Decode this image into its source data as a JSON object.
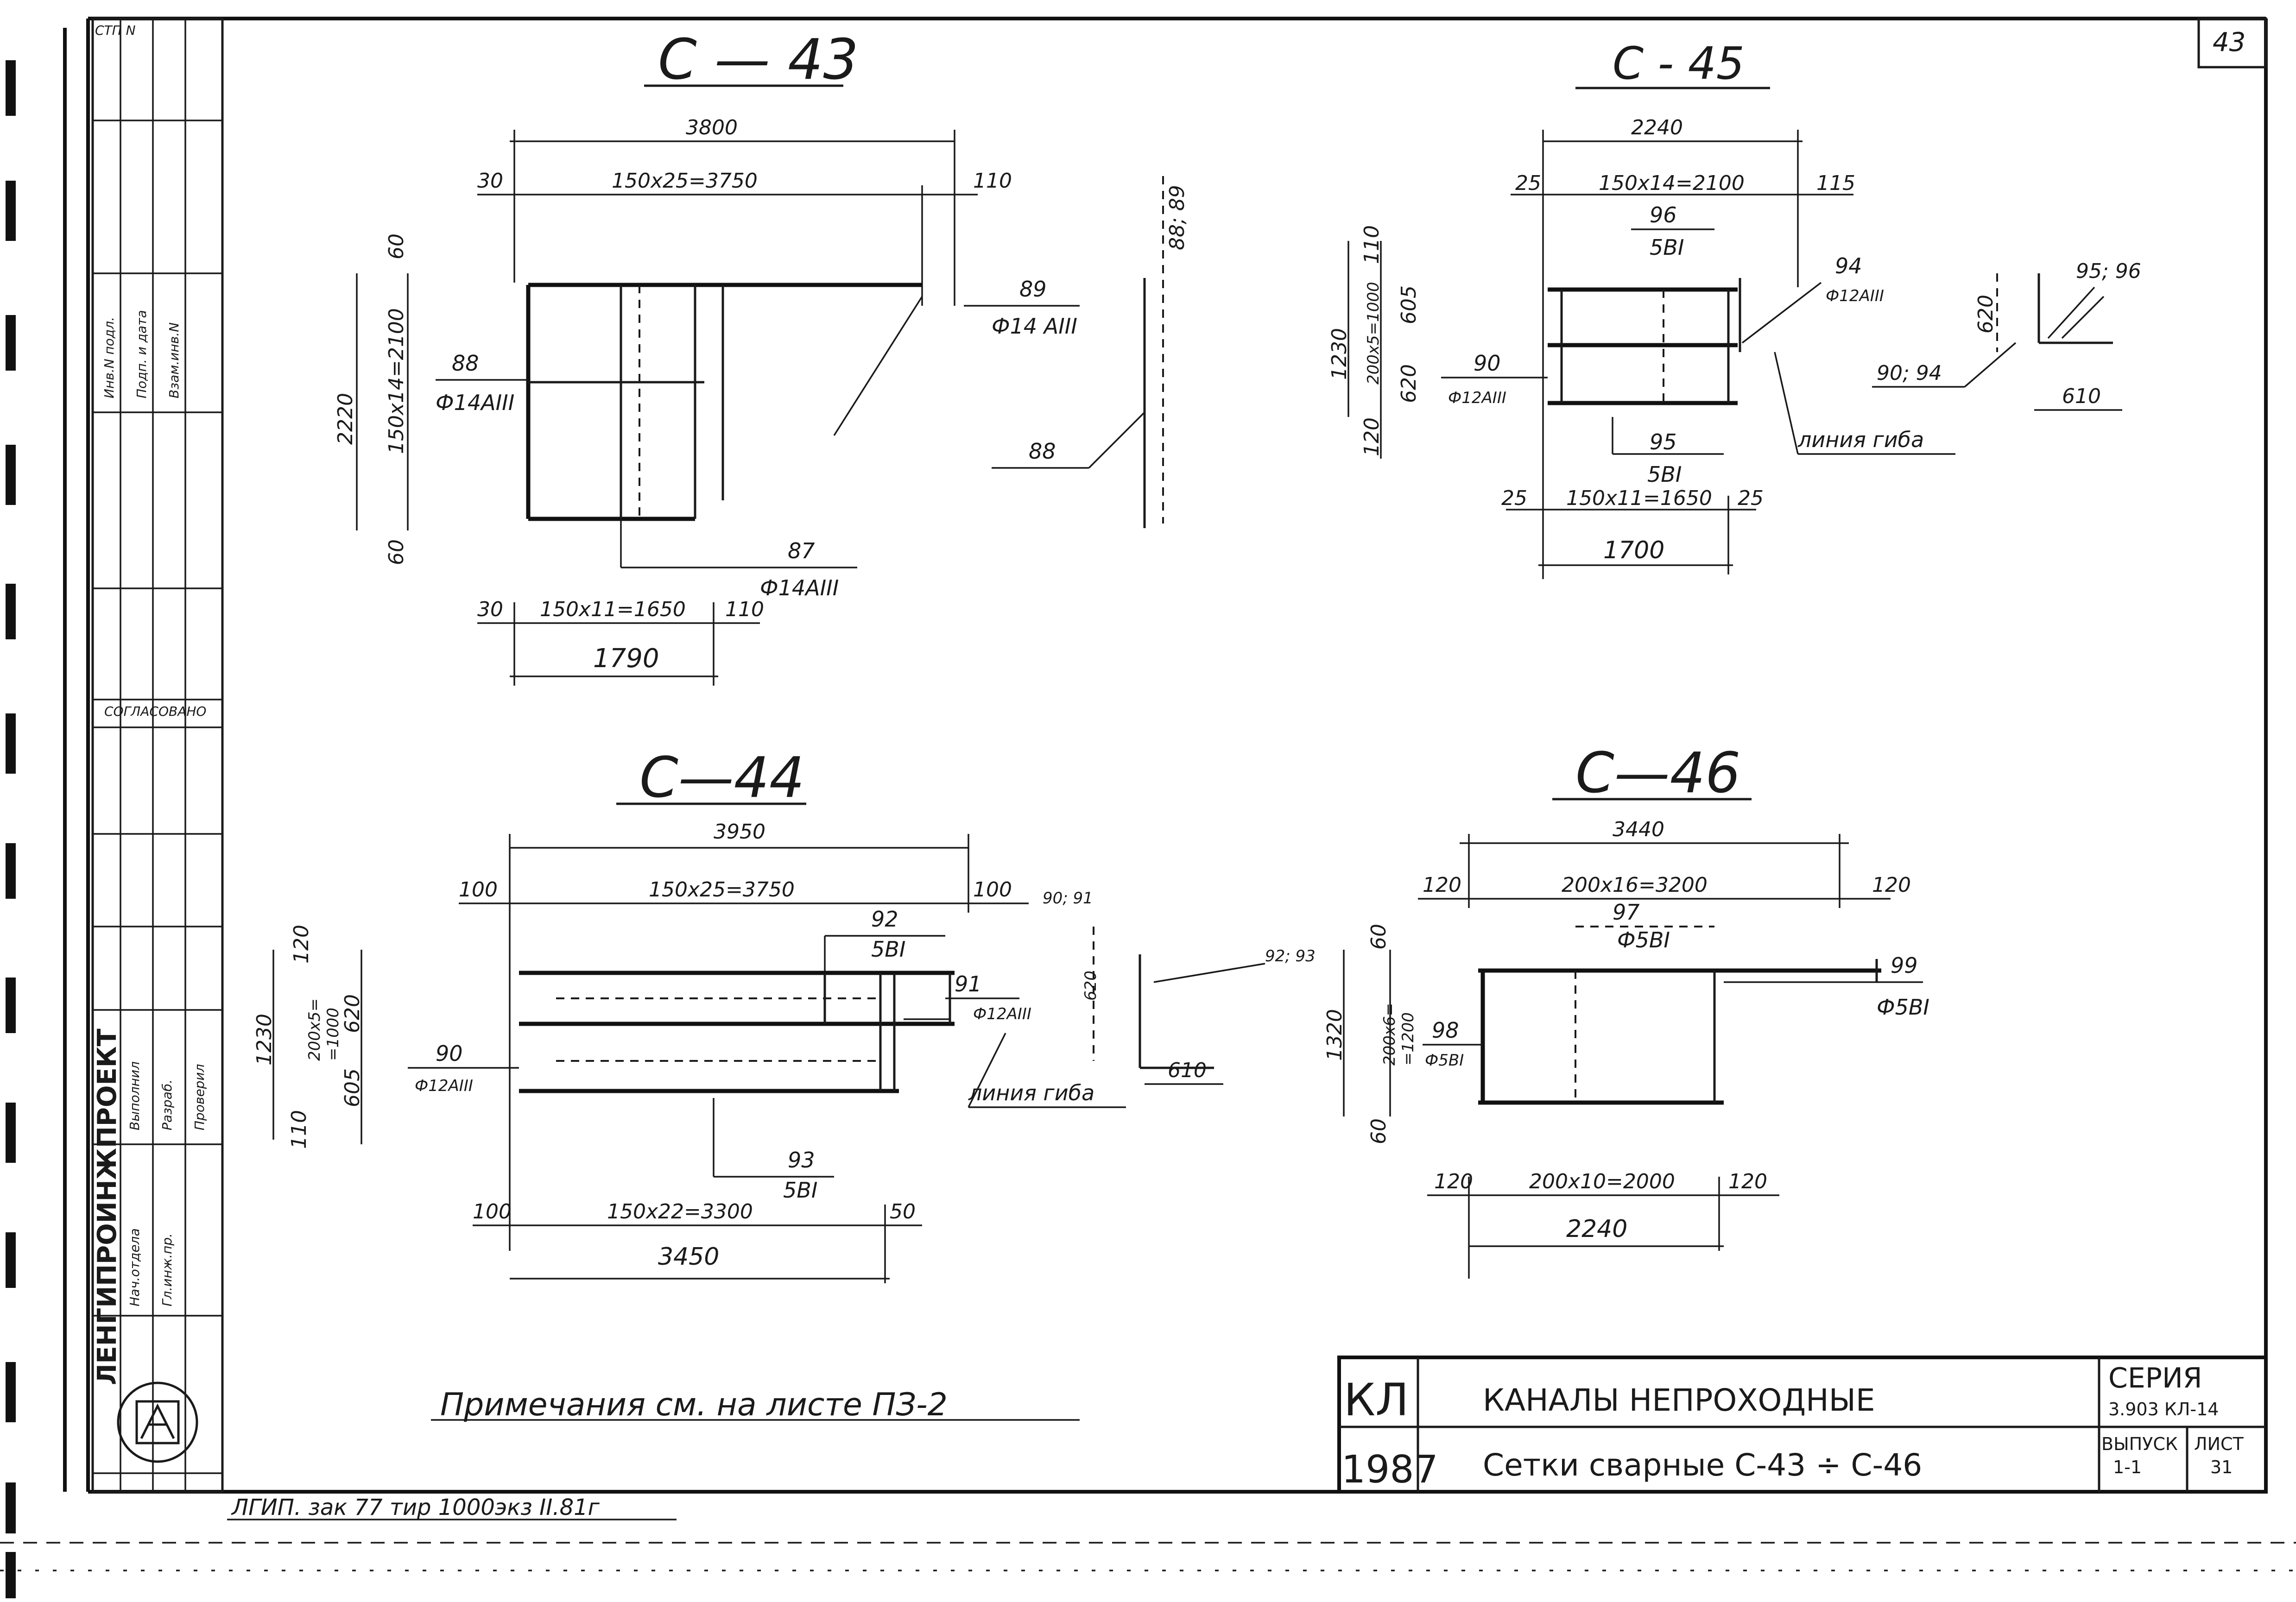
{
  "sheet_number": "43",
  "top_stamp": "СТП N",
  "meshes": {
    "c43": {
      "title": "С — 43",
      "overall": "3800",
      "row": [
        "30",
        "150x25=3750",
        "110"
      ],
      "left_total": "2220",
      "left_inner": "150x14=2100",
      "left_top": "60",
      "left_bottom": "60",
      "mark_89": "89",
      "rebar_89": "Ф14 АIII",
      "mark_88a": "88",
      "rebar_88": "Ф14АIII",
      "mark_88b": "88",
      "side_label": "88; 89",
      "mark_87": "87",
      "rebar_87": "Ф14АIII",
      "bottom_row": [
        "30",
        "150x11=1650",
        "110"
      ],
      "bottom_total": "1790"
    },
    "c45": {
      "title": "С - 45",
      "overall": "2240",
      "row": [
        "25",
        "150x14=2100",
        "115"
      ],
      "mark_96": "96",
      "rebar_96": "5ВI",
      "mark_94": "94",
      "rebar_94": "Ф12АIII",
      "left_total": "1230",
      "left_inner": "200x5=1000",
      "left_top": "110",
      "left_605": "605",
      "left_620": "620",
      "left_bottom": "120",
      "mark_90": "90",
      "rebar_90": "Ф12АIII",
      "mark_95": "95",
      "rebar_95": "5ВI",
      "bend_line": "линия гиба",
      "bottom_row": [
        "25",
        "150x11=1650",
        "25"
      ],
      "bottom_total": "1700",
      "detail_top": "95; 96",
      "detail_620": "620",
      "detail_9094": "90; 94",
      "detail_610": "610"
    },
    "c44": {
      "title": "С—44",
      "overall": "3950",
      "row": [
        "100",
        "150x25=3750",
        "100"
      ],
      "mark_92": "92",
      "rebar_92": "5ВI",
      "mark_91": "91",
      "rebar_91": "Ф12АIII",
      "left_total": "1230",
      "left_inner": "200x5=",
      "left_inner2": "=1000",
      "left_top": "120",
      "left_620": "620",
      "left_605": "605",
      "left_bottom": "110",
      "mark_90": "90",
      "rebar_90": "Ф12АIII",
      "bend_line": "линия гиба",
      "detail_top": "90; 91",
      "detail_620": "620",
      "detail_9293": "92; 93",
      "detail_610": "610",
      "mark_93": "93",
      "rebar_93": "5ВI",
      "bottom_row": [
        "100",
        "150x22=3300",
        "50"
      ],
      "bottom_total": "3450"
    },
    "c46": {
      "title": "С—46",
      "overall": "3440",
      "row": [
        "120",
        "200x16=3200",
        "120"
      ],
      "mark_97": "97",
      "rebar_97": "Ф5ВI",
      "mark_99": "99",
      "rebar_99": "Ф5ВI",
      "left_total": "1320",
      "left_inner": "200x6=",
      "left_inner2": "=1200",
      "left_top": "60",
      "left_bottom": "60",
      "mark_98": "98",
      "rebar_98": "Ф5ВI",
      "bottom_row": [
        "120",
        "200x10=2000",
        "120"
      ],
      "bottom_total": "2240"
    }
  },
  "note": "Примечания см. на листе ПЗ-2",
  "print_order": "ЛГИП. зак 77 тир 1000экз II.81г",
  "title_block": {
    "code": "КЛ",
    "year": "1987",
    "title_line1": "КАНАЛЫ НЕПРОХОДНЫЕ",
    "title_line2": "Сетки сварные С-43 ÷ С-46",
    "series_label": "СЕРИЯ",
    "series_value": "3.903 КЛ-14",
    "issue_label": "ВЫПУСК",
    "issue_value": "1-1",
    "sheet_label": "ЛИСТ",
    "sheet_value": "31"
  },
  "side_stamp": {
    "org": "ЛЕНГИПРОИНЖПРОЕКТ",
    "approved": "СОГЛАСОВАНО",
    "rows": [
      "Нач.отдела",
      "Гл.инж.пр.",
      "Проверил",
      "Выполнил",
      "Разраб."
    ],
    "changes": [
      "Инв.N подл.",
      "Подп. и дата",
      "Взам.инв.N"
    ]
  }
}
